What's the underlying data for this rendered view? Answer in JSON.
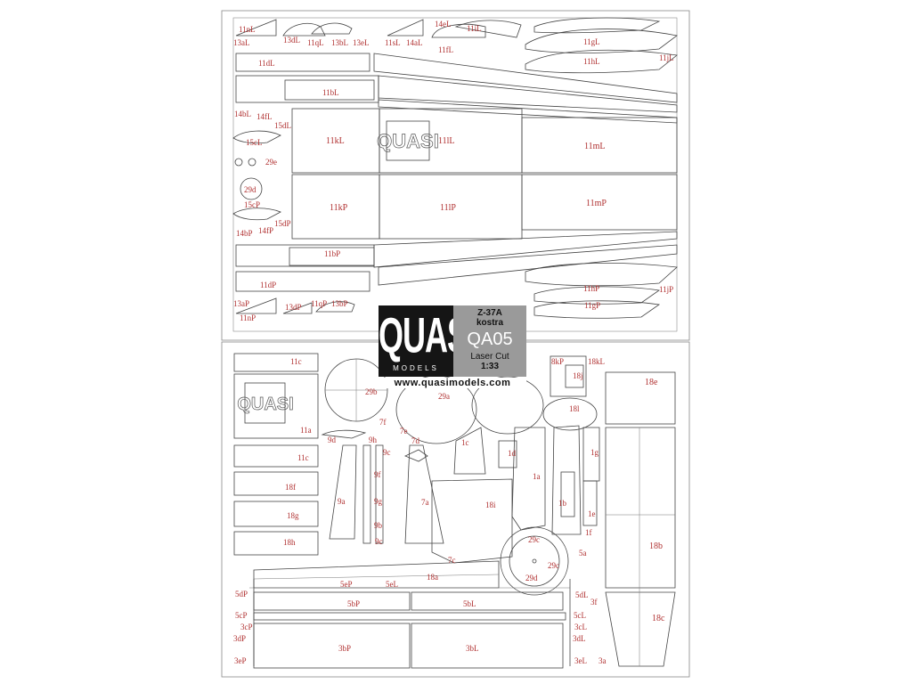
{
  "brand": {
    "logo_text": "QUASI",
    "logo_sub": "MODELS",
    "model_line1": "Z-37A",
    "model_line2": "kostra",
    "code": "QA05",
    "tech_line1": "Laser Cut",
    "tech_line2": "1:33",
    "website": "www.quasimodels.com"
  },
  "parts": {
    "top": {
      "p11nL": "11nL",
      "p13aL": "13aL",
      "p13dL": "13dL",
      "p11qL": "11qL",
      "p13bL": "13bL",
      "p13eL": "13eL",
      "p11sL": "11sL",
      "p14aL": "14aL",
      "p14eL": "14eL",
      "p11iL": "11iL",
      "p11fL": "11fL",
      "p11gL": "11gL",
      "p11dL": "11dL",
      "p11hL": "11hL",
      "p11jL": "11jL",
      "p11bL": "11bL",
      "p14bL": "14bL",
      "p14fL": "14fL",
      "p15dL": "15dL",
      "p15cL": "15cL",
      "p11kL": "11kL",
      "p11lL": "11lL",
      "p11mL": "11mL",
      "p29e": "29e",
      "p29d": "29d",
      "p15cP": "15cP",
      "p11kP": "11kP",
      "p11lP": "11lP",
      "p11mP": "11mP",
      "p15dP": "15dP",
      "p14bP": "14bP",
      "p14fP": "14fP",
      "p11bP": "11bP",
      "p11dP": "11dP",
      "p11hP": "11hP",
      "p11jP": "11jP",
      "p13aP": "13aP",
      "p13dP": "13dP",
      "p11qP": "11qP",
      "p13bP": "13bP",
      "p11gP": "11gP",
      "p11nP": "11nP"
    },
    "bottom": {
      "p11c_a": "11c",
      "p11a": "11a",
      "p11c_b": "11c",
      "p18f": "18f",
      "p18g": "18g",
      "p18h": "18h",
      "p9d": "9d",
      "p9a": "9a",
      "p9h": "9h",
      "p9c_a": "9c",
      "p9f": "9f",
      "p9g": "9g",
      "p9b": "9b",
      "p9c_b": "9c",
      "p7f": "7f",
      "p7e": "7e",
      "p7d": "7d",
      "p7a": "7a",
      "p7c": "7c",
      "p29a": "29a",
      "p29b": "29b",
      "p1c": "1c",
      "p1d": "1d",
      "p1a": "1a",
      "p1b": "1b",
      "p1e": "1e",
      "p1f": "1f",
      "p1g": "1g",
      "p18i": "18i",
      "p18a": "18a",
      "p29c_a": "29c",
      "p29c_b": "29c",
      "p29d": "29d",
      "p18kP": "8kP",
      "p18kL": "18kL",
      "p18j": "18j",
      "p18l": "18l",
      "p18e": "18e",
      "p18b": "18b",
      "p18c": "18c",
      "p5a": "5a",
      "p5dL": "5dL",
      "p3f": "3f",
      "p5cL": "5cL",
      "p3cL": "3cL",
      "p3dL": "3dL",
      "p3eL": "3eL",
      "p3a": "3a",
      "p5dP": "5dP",
      "p5eP": "5eP",
      "p5eL": "5eL",
      "p5bP": "5bP",
      "p5bL": "5bL",
      "p5cP": "5cP",
      "p3cP": "3cP",
      "p3dP": "3dP",
      "p3bP": "3bP",
      "p3bL": "3bL",
      "p3eP": "3eP"
    }
  }
}
